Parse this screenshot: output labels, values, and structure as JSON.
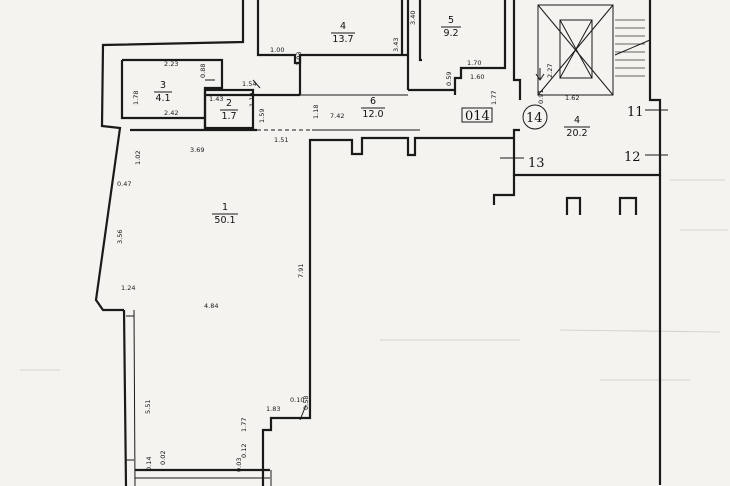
{
  "rooms": [
    {
      "number": "1",
      "area": "50.1"
    },
    {
      "number": "2",
      "area": "1.7"
    },
    {
      "number": "3",
      "area": "4.1"
    },
    {
      "number": "4",
      "area": "13.7"
    },
    {
      "number": "5",
      "area": "9.2"
    },
    {
      "number": "6",
      "area": "12.0"
    },
    {
      "number": "4",
      "area": "20.2"
    }
  ],
  "dimensions": [
    "1.00",
    "1.03",
    "3.43",
    "3.40",
    "1.70",
    "0.59",
    "1.60",
    "2.23",
    "0.88",
    "1.54",
    "1.78",
    "1.43",
    "1.19",
    "2.42",
    "1.59",
    "1.18",
    "7.42",
    "1.77",
    "2.27",
    "1.62",
    "0.91",
    "3.69",
    "1.51",
    "1.02",
    "0.47",
    "3.56",
    "7.91",
    "1.24",
    "4.84",
    "5.51",
    "1.77",
    "0.10",
    "0.58",
    "1.83",
    "0.14",
    "0.02",
    "0.03",
    "0.12"
  ],
  "markers": {
    "tag": "014",
    "circle": "14",
    "labels": [
      "11",
      "12",
      "13"
    ]
  }
}
